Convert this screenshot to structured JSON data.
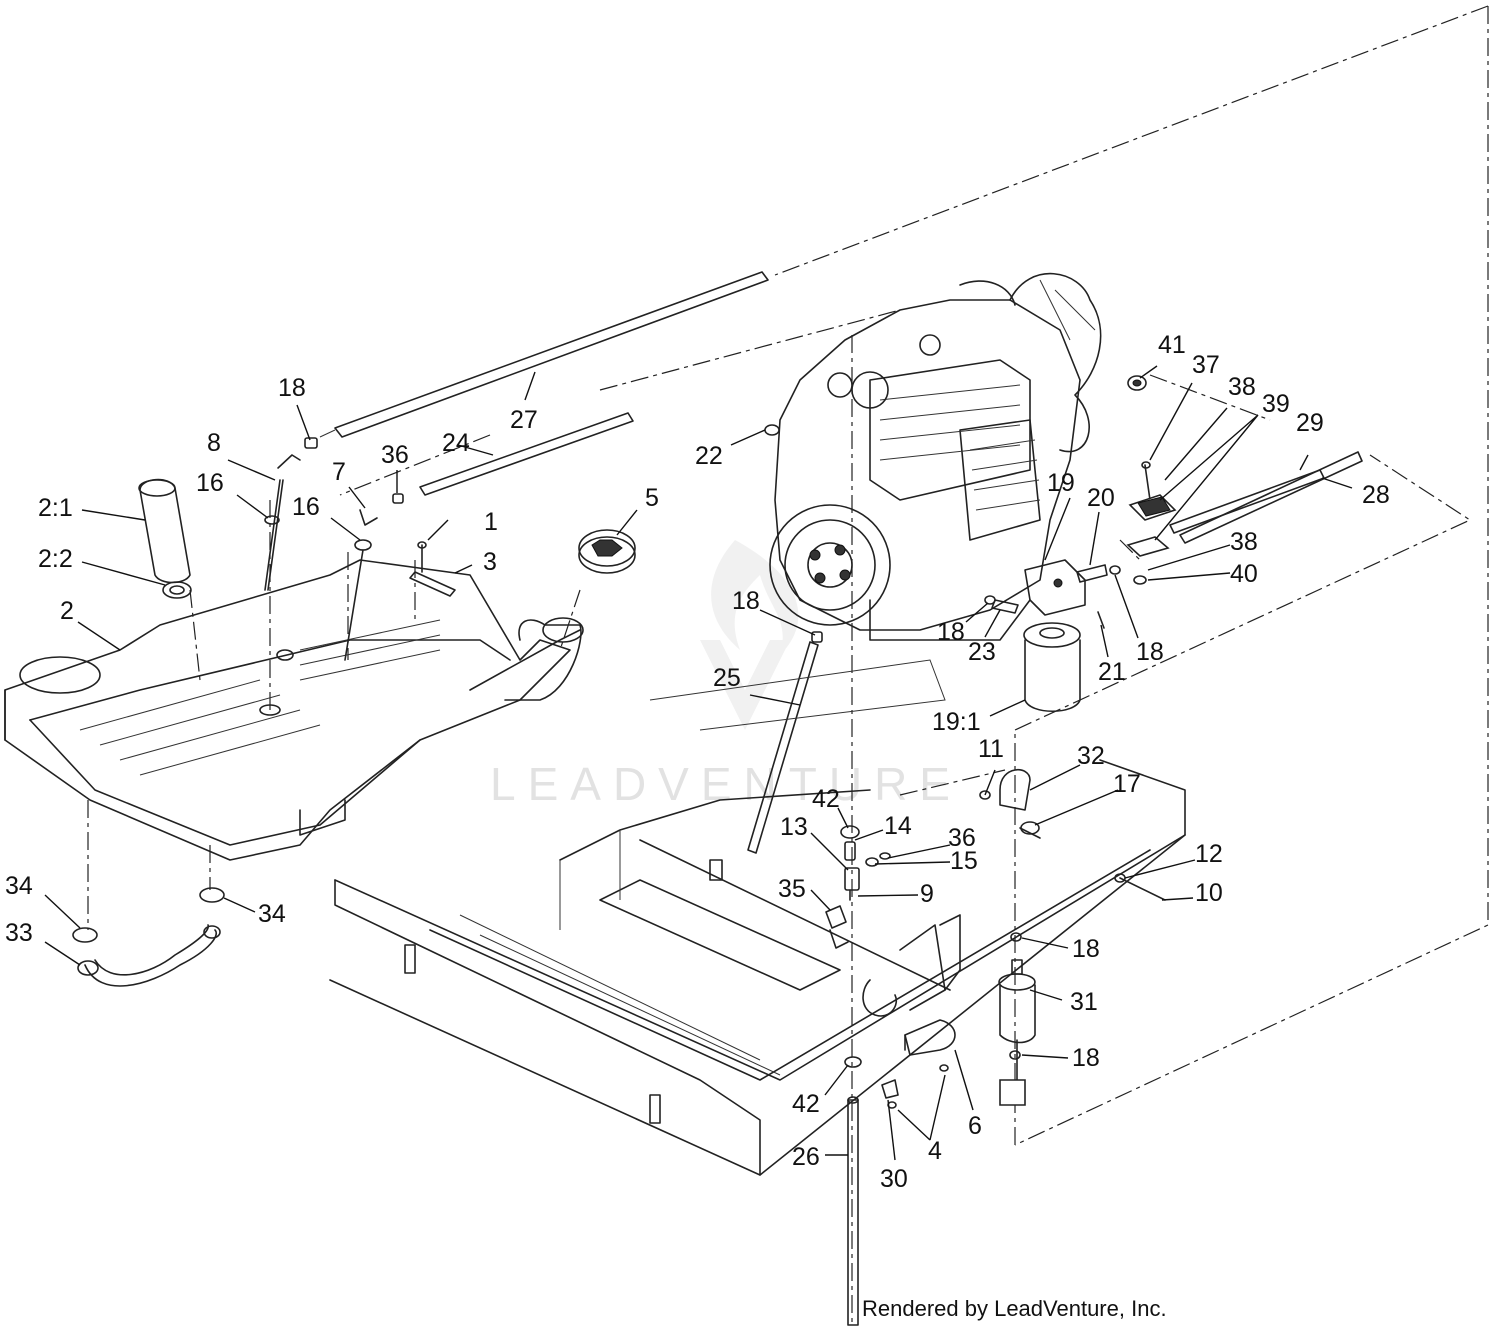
{
  "watermark": "LEADVENTURE",
  "credit": "Rendered by LeadVenture, Inc.",
  "callouts": [
    {
      "id": "c-18a",
      "label": "18"
    },
    {
      "id": "c-27",
      "label": "27"
    },
    {
      "id": "c-8",
      "label": "8"
    },
    {
      "id": "c-36a",
      "label": "36"
    },
    {
      "id": "c-24",
      "label": "24"
    },
    {
      "id": "c-16a",
      "label": "16"
    },
    {
      "id": "c-7",
      "label": "7"
    },
    {
      "id": "c-2-1",
      "label": "2:1"
    },
    {
      "id": "c-16b",
      "label": "16"
    },
    {
      "id": "c-1",
      "label": "1"
    },
    {
      "id": "c-5",
      "label": "5"
    },
    {
      "id": "c-2-2",
      "label": "2:2"
    },
    {
      "id": "c-3",
      "label": "3"
    },
    {
      "id": "c-2",
      "label": "2"
    },
    {
      "id": "c-22",
      "label": "22"
    },
    {
      "id": "c-41",
      "label": "41"
    },
    {
      "id": "c-37",
      "label": "37"
    },
    {
      "id": "c-38a",
      "label": "38"
    },
    {
      "id": "c-39",
      "label": "39"
    },
    {
      "id": "c-29",
      "label": "29"
    },
    {
      "id": "c-28",
      "label": "28"
    },
    {
      "id": "c-19",
      "label": "19"
    },
    {
      "id": "c-20",
      "label": "20"
    },
    {
      "id": "c-38b",
      "label": "38"
    },
    {
      "id": "c-40",
      "label": "40"
    },
    {
      "id": "c-18b",
      "label": "18"
    },
    {
      "id": "c-18c",
      "label": "18"
    },
    {
      "id": "c-23",
      "label": "23"
    },
    {
      "id": "c-21",
      "label": "21"
    },
    {
      "id": "c-18d",
      "label": "18"
    },
    {
      "id": "c-25",
      "label": "25"
    },
    {
      "id": "c-19-1",
      "label": "19:1"
    },
    {
      "id": "c-11",
      "label": "11"
    },
    {
      "id": "c-32",
      "label": "32"
    },
    {
      "id": "c-17",
      "label": "17"
    },
    {
      "id": "c-42a",
      "label": "42"
    },
    {
      "id": "c-14",
      "label": "14"
    },
    {
      "id": "c-13",
      "label": "13"
    },
    {
      "id": "c-36b",
      "label": "36"
    },
    {
      "id": "c-15",
      "label": "15"
    },
    {
      "id": "c-12",
      "label": "12"
    },
    {
      "id": "c-35",
      "label": "35"
    },
    {
      "id": "c-9",
      "label": "9"
    },
    {
      "id": "c-10",
      "label": "10"
    },
    {
      "id": "c-34a",
      "label": "34"
    },
    {
      "id": "c-34b",
      "label": "34"
    },
    {
      "id": "c-33",
      "label": "33"
    },
    {
      "id": "c-18e",
      "label": "18"
    },
    {
      "id": "c-31",
      "label": "31"
    },
    {
      "id": "c-18f",
      "label": "18"
    },
    {
      "id": "c-42b",
      "label": "42"
    },
    {
      "id": "c-6",
      "label": "6"
    },
    {
      "id": "c-26",
      "label": "26"
    },
    {
      "id": "c-4",
      "label": "4"
    },
    {
      "id": "c-30",
      "label": "30"
    }
  ]
}
